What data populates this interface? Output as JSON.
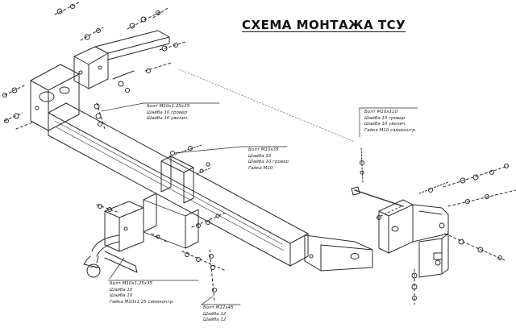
{
  "title": "СХЕМА МОНТАЖА ТСУ",
  "callouts": {
    "upper_left": [
      "Болт М10х1,25х25",
      "Шайба 10 гровер",
      "Шайба 10 увелич."
    ],
    "center": [
      "Болт М10х35",
      "Шайба 10",
      "Шайба 10 гровер",
      "Гайка М10"
    ],
    "right": [
      "Болт М10х110",
      "Шайба 10 гровер",
      "Шайба 10 увелич.",
      "Гайка М10 самоконтр."
    ],
    "lower_left": [
      "Болт М10х1,25х35",
      "Шайба 10",
      "Шайба 10",
      "Гайка М10х1,25 самоконтр."
    ],
    "bottom": [
      "Болт М12х45",
      "Шайба 12",
      "Шайба 12"
    ]
  },
  "colors": {
    "ink": "#2b2b2b",
    "background": "#ffffff"
  }
}
